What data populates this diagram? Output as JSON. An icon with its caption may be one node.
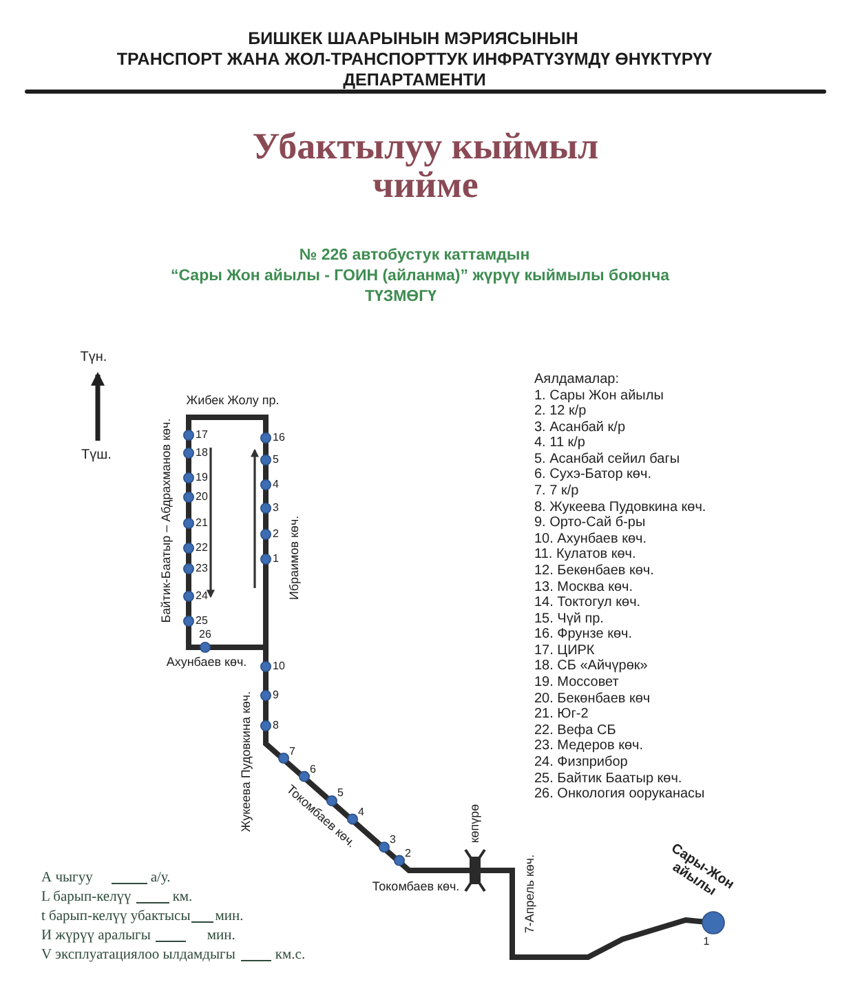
{
  "diagram": {
    "title": "Убактылуу кыймыл чийме",
    "labels": [
      "БИШКЕК ШААРЫНЫН МЭРИЯСЫНЫН",
      "ТРАНСПОРТ ЖАНА ЖОЛ-ТРАНСПОРТТУК ИНФРАТҮЗҮМДҮ ӨНҮКТҮРҮҮ",
      "ДЕПАРТАМЕНТИ",
      "№ 226 автобустук каттамдын",
      "“Сары Жон айылы - ГОИН (айланма)” жүрүү кыймылы боюнча",
      "ТҮЗМӨГҮ",
      "Түн.",
      "Түш.",
      "Жибек Жолу пр.",
      "Байтик-Баатыр – Абдрахманов көч.",
      "Ибраимов көч.",
      "Ахунбаев көч.",
      "Жукеева Пудовкина көч.",
      "Токомбаев көч.",
      "көпүрө",
      "Токомбаев көч.",
      "7-Апрель көч.",
      "Сары-Жон айылы",
      "17",
      "18",
      "19",
      "20",
      "21",
      "22",
      "23",
      "24",
      "25",
      "26",
      "16",
      "5",
      "4",
      "3",
      "2",
      "1",
      "10",
      "9",
      "8",
      "7",
      "6",
      "5",
      "4",
      "3",
      "2",
      "1",
      "Аялдамалар:",
      "1. Сары Жон айылы",
      "2. 12 к/р",
      "3. Асанбай к/р",
      "4. 11 к/р",
      "5. Асанбай сейил багы",
      "6. Сухэ-Батор көч.",
      "7. 7 к/р",
      "8. Жукеева Пудовкина көч.",
      "9. Орто-Сай б-ры",
      "10. Ахунбаев көч.",
      "11. Кулатов көч.",
      "12. Бекөнбаев көч.",
      "13. Москва көч.",
      "14. Токтогул көч.",
      "15. Чүй пр.",
      "16. Фрунзе көч.",
      "17. ЦИРК",
      "18. СБ «Айчүрөк»",
      "19. Моссовет",
      "20. Бекөнбаев көч",
      "21. Юг-2",
      "22. Вефа СБ",
      "23. Медеров көч.",
      "24. Физприбор",
      "25. Байтик Баатыр көч.",
      "26. Онкология ооруканасы",
      "А чыгуу",
      "а/у.",
      "L барып-келүү",
      "км.",
      "t барып-келүү убактысы",
      "мин.",
      "И жүрүү аралыгы",
      "мин.",
      "V эксплуатациялоо ылдамдыгы",
      "км.с."
    ]
  }
}
